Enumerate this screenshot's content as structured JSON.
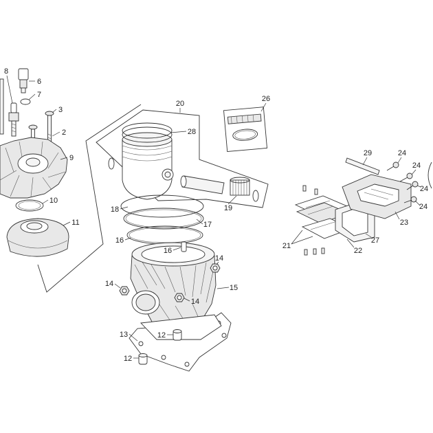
{
  "callouts": [
    "8",
    "6",
    "7",
    "3",
    "2",
    "9",
    "10",
    "11",
    "20",
    "28",
    "26",
    "19",
    "17",
    "18",
    "16",
    "16",
    "14",
    "14",
    "14",
    "15",
    "13",
    "12",
    "12",
    "29",
    "24",
    "24",
    "24",
    "24",
    "23",
    "27",
    "22",
    "21"
  ],
  "colors": {
    "line": "#333333",
    "shade": "#e8e8e8",
    "background": "#ffffff"
  }
}
